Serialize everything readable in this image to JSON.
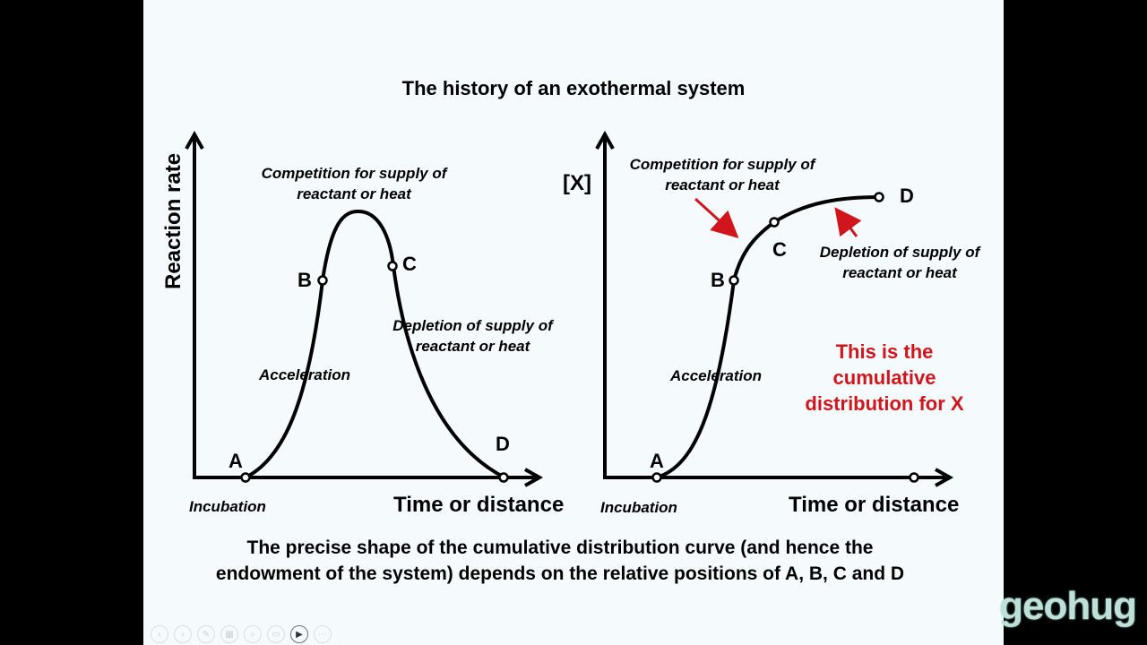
{
  "slide": {
    "title": "The history of an exothermal system",
    "caption": "The precise shape of the cumulative distribution curve (and hence the endowment of the system) depends on the relative positions of A, B, C and D",
    "left_panel": {
      "y_label": "Reaction rate",
      "x_label": "Time or distance",
      "incubation_label": "Incubation",
      "competition_line1": "Competition for supply of",
      "competition_line2": "reactant or heat",
      "depletion_line1": "Depletion of supply of",
      "depletion_line2": "reactant or heat",
      "acceleration_label": "Acceleration",
      "point_a": "A",
      "point_b": "B",
      "point_c": "C",
      "point_d": "D"
    },
    "right_panel": {
      "y_label": "[X]",
      "x_label": "Time or distance",
      "incubation_label": "Incubation",
      "competition_line1": "Competition for supply of",
      "competition_line2": "reactant or heat",
      "depletion_line1": "Depletion of supply of",
      "depletion_line2": "reactant or heat",
      "acceleration_label": "Acceleration",
      "point_a": "A",
      "point_b": "B",
      "point_c": "C",
      "point_d": "D",
      "note_line1": "This is the",
      "note_line2": "cumulative",
      "note_line3": "distribution for X"
    }
  },
  "brand": "geohug",
  "colors": {
    "slide_background": "#f5fbfc",
    "frame_background": "#000000",
    "annotation_red": "#d0151c",
    "brand_green": "#bfe0d8"
  },
  "toolbar_icons": [
    "prev-icon",
    "next-icon",
    "pen-icon",
    "slides-icon",
    "zoom-icon",
    "subtitles-icon",
    "camera-icon",
    "more-icon"
  ]
}
